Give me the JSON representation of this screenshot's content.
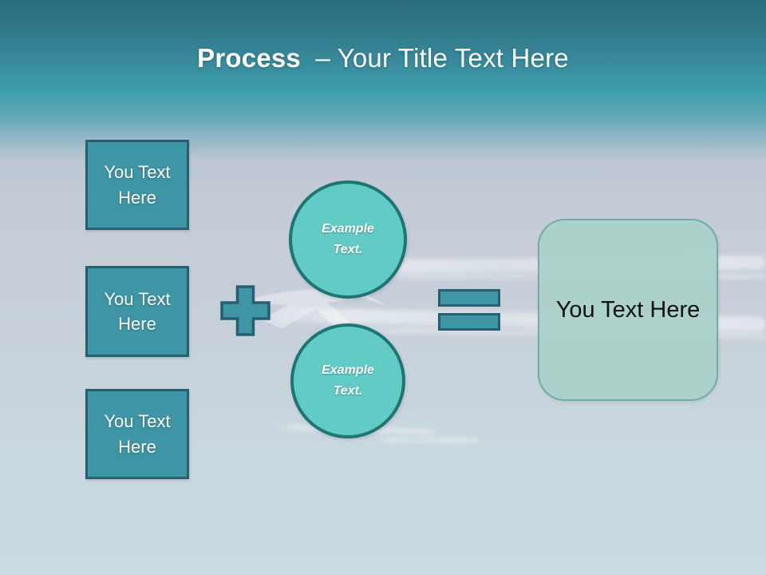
{
  "title": {
    "keyword": "Process",
    "rest": "– Your Title Text Here"
  },
  "boxes": {
    "items": [
      {
        "label": "You Text Here"
      },
      {
        "label": "You Text Here"
      },
      {
        "label": "You Text Here"
      }
    ]
  },
  "circles": {
    "items": [
      {
        "label": "Example Text."
      },
      {
        "label": "Example Text."
      }
    ]
  },
  "result_box": {
    "label": "You Text Here"
  },
  "icons": {
    "plus": "plus-operator",
    "equals": "equals-operator",
    "airplane": "airplane-watermark",
    "contrails": "jet-contrails"
  },
  "colors": {
    "header_top": "#2B6D7E",
    "header_teal": "#3F9DAC",
    "sky": "#C6CED9",
    "sky_bottom": "#C8DCE2",
    "shape_fill": "#3E95A5",
    "shape_border": "#265F6F",
    "circle_fill": "#63CBC6",
    "circle_border": "#1E7571",
    "result_fill": "#AAD1CA",
    "result_border": "#6FADA4",
    "title_text": "#FFFFFF",
    "result_text": "#111111"
  }
}
